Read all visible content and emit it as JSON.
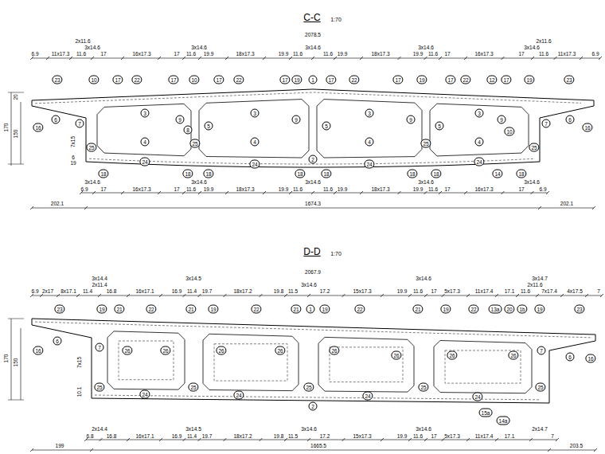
{
  "diagram": {
    "labels": [
      "C-C",
      "1:70",
      "2078.5",
      "2x11.6",
      "2x11.6",
      "3x14.6",
      "3x14.6",
      "3x14.6",
      "3x14.6",
      "3x14.6",
      "6.9",
      "11x17.3",
      "11.6",
      "17",
      "16x17.3",
      "17",
      "11.6",
      "19.9",
      "18x17.3",
      "19.9",
      "11.6",
      "11.6",
      "19.9",
      "18x17.3",
      "19.9",
      "11.6",
      "17",
      "16x17.3",
      "17",
      "11.6",
      "11x17.3",
      "6.9",
      "20",
      "170",
      "150",
      "7x15",
      "6",
      "19",
      "23",
      "10",
      "17",
      "22",
      "17",
      "10",
      "17",
      "22",
      "17",
      "19",
      "1",
      "17",
      "22",
      "17",
      "19",
      "17",
      "22",
      "12",
      "17",
      "19",
      "23",
      "16",
      "6",
      "7",
      "9",
      "8",
      "5",
      "9",
      "5",
      "9",
      "5",
      "9",
      "10",
      "7",
      "6",
      "16",
      "3",
      "3",
      "3",
      "3",
      "4",
      "4",
      "4",
      "4",
      "2",
      "25",
      "25",
      "25",
      "25",
      "24",
      "24",
      "24",
      "24",
      "18",
      "18",
      "18",
      "18",
      "18",
      "18",
      "18",
      "18",
      "14",
      "3x14.6",
      "3x14.6",
      "3x14.6",
      "3x14.6",
      "3x14.6",
      "6.9",
      "17",
      "16x17.3",
      "17",
      "11.6",
      "19.9",
      "18x17.3",
      "19.9",
      "11.6",
      "11.6",
      "19.9",
      "18x17.3",
      "19.9",
      "11.6",
      "17",
      "16x17.3",
      "17",
      "6.9",
      "202.1",
      "1674.3",
      "202.1",
      "D-D",
      "1:70",
      "2067.9",
      "3x14.4",
      "3x14.5",
      "3x14.6",
      "3x14.7",
      "2x11.4",
      "3x14.6",
      "2x11.6",
      "6.9",
      "2x17",
      "8x17.1",
      "11.4",
      "16.8",
      "16x17.1",
      "16.9",
      "11.4",
      "19.7",
      "18x17.2",
      "19.8",
      "11.5",
      "17.2",
      "15x17.3",
      "19.9",
      "11.6",
      "17",
      "5x17.3",
      "11x17.4",
      "17.1",
      "11.6",
      "7x17.4",
      "4x17.5",
      "7",
      "170",
      "150",
      "7x15",
      "10.1",
      "23",
      "19",
      "21",
      "22",
      "21",
      "19",
      "22",
      "21",
      "1",
      "19",
      "22",
      "21",
      "19",
      "22",
      "13a",
      "20",
      "1b",
      "19",
      "23",
      "16",
      "6",
      "7",
      "26",
      "26",
      "26",
      "26",
      "26",
      "26",
      "26",
      "26",
      "7",
      "6",
      "16",
      "25",
      "25",
      "25",
      "25",
      "25",
      "24",
      "24",
      "24",
      "24",
      "2",
      "15a",
      "14a",
      "2x14.4",
      "3x14.5",
      "3x14.6",
      "3x14.6",
      "2x14.7",
      "6.8",
      "16.8",
      "16x17.1",
      "16.9",
      "11.4",
      "19.7",
      "18x17.2",
      "19.8",
      "11.5",
      "17.2",
      "15x17.3",
      "19.9",
      "11.6",
      "17",
      "5x17.3",
      "11x17.4",
      "17.1",
      "7",
      "199",
      "1665.5",
      "203.5"
    ]
  }
}
